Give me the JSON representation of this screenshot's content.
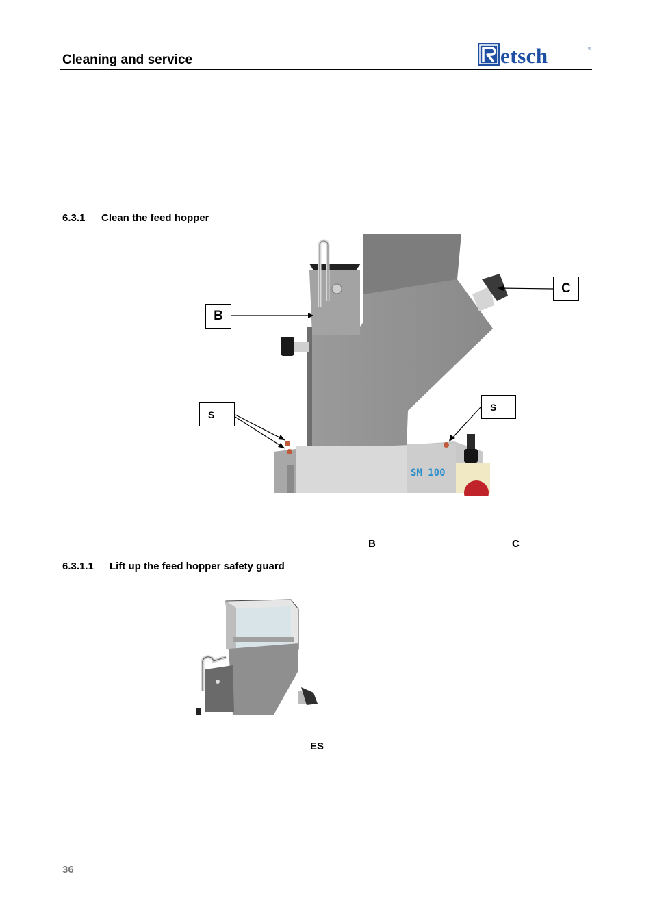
{
  "header": {
    "section_title": "Cleaning and service",
    "logo_text": "Retsch"
  },
  "sections": [
    {
      "number": "6.3.1",
      "title": "Clean the feed hopper"
    },
    {
      "number": "6.3.1.1",
      "title": "Lift up the feed hopper safety guard"
    }
  ],
  "figure1": {
    "callouts": {
      "b": "B",
      "c": "C",
      "s_left": "S",
      "s_right": "S"
    },
    "machine_label": "SM 100"
  },
  "caption_refs": {
    "b": "B",
    "c": "C"
  },
  "figure2_ref": "ES",
  "footer": {
    "page_number": "36"
  },
  "colors": {
    "logo_blue": "#1f4fa3",
    "machine_grey": "#8c8c8c",
    "label_blue": "#2a8fc9"
  }
}
